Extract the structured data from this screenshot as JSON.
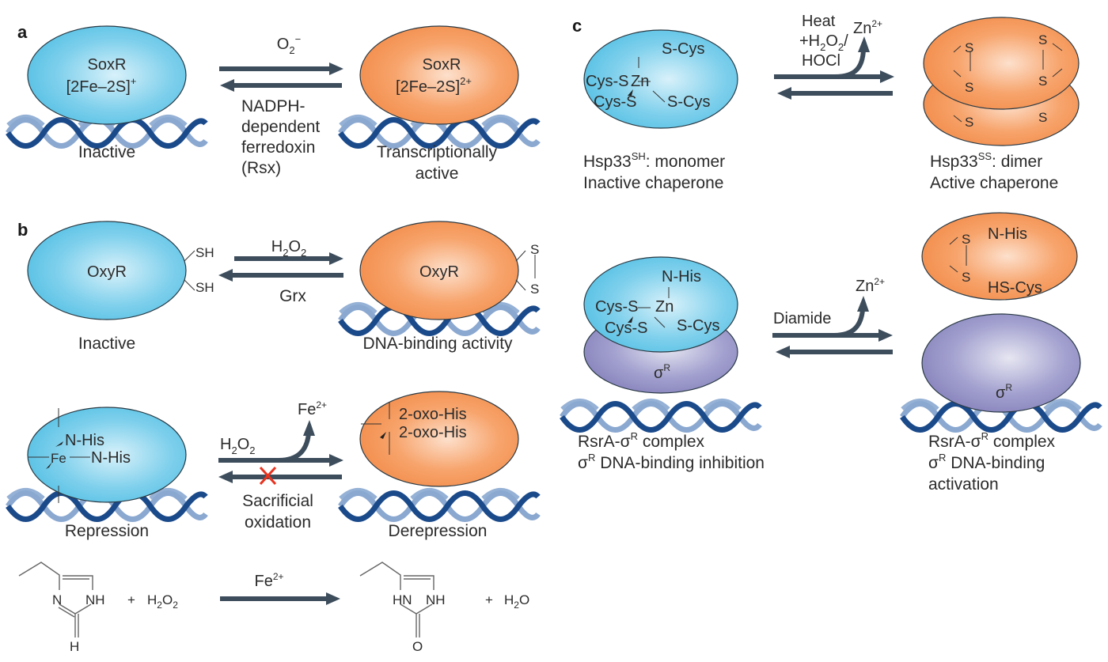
{
  "colors": {
    "inactive_protein": "#5cc4e6",
    "active_protein": "#f39150",
    "sigma_protein": "#8a86c0",
    "arrow": "#3d4d5c",
    "dna_dark": "#1b4a8a",
    "dna_light": "#8aa8d0",
    "block_mark": "#e8321e"
  },
  "panels": {
    "a": {
      "label": "a",
      "left": {
        "line1": "SoxR",
        "line2": "[2Fe–2S]",
        "charge": "+",
        "caption": "Inactive"
      },
      "right": {
        "line1": "SoxR",
        "line2": "[2Fe–2S]",
        "charge": "2+",
        "caption1": "Transcriptionally",
        "caption2": "active"
      },
      "forward": {
        "species": "O",
        "sub": "2",
        "sup": "−"
      },
      "reverse": {
        "line1": "NADPH-",
        "line2": "dependent",
        "line3": "ferredoxin",
        "line4": "(Rsx)"
      }
    },
    "b": {
      "label": "b",
      "oxyr": {
        "left": {
          "name": "OxyR",
          "sh1": "SH",
          "sh2": "SH",
          "caption": "Inactive"
        },
        "right": {
          "name": "OxyR",
          "s1": "S",
          "s2": "S",
          "caption": "DNA-binding activity"
        },
        "forward": {
          "h": "H",
          "sub1": "2",
          "o": "O",
          "sub2": "2"
        },
        "reverse": "Grx"
      },
      "perr": {
        "left": {
          "fe": "Fe",
          "his1": "N-His",
          "his2": "N-His",
          "caption": "Repression"
        },
        "right": {
          "oxo1": "2-oxo-His",
          "oxo2": "2-oxo-His",
          "caption": "Derepression"
        },
        "forward": {
          "h": "H",
          "sub1": "2",
          "o": "O",
          "sub2": "2"
        },
        "released": {
          "ion": "Fe",
          "charge": "2+"
        },
        "reverse": {
          "line1": "Sacrificial",
          "line2": "oxidation",
          "blocked": true
        }
      },
      "reaction": {
        "reactant": {
          "n": "N",
          "nh": "NH",
          "h": "H"
        },
        "plus1": "+",
        "oxidant": {
          "h": "H",
          "sub1": "2",
          "o": "O",
          "sub2": "2"
        },
        "catalyst": {
          "ion": "Fe",
          "charge": "2+"
        },
        "product": {
          "hn": "HN",
          "nh": "NH",
          "o": "O"
        },
        "plus2": "+",
        "water": {
          "h": "H",
          "sub": "2",
          "o": "O"
        }
      }
    },
    "c": {
      "label": "c",
      "hsp33": {
        "left": {
          "scys_top": "S-Cys",
          "cyss_left": "Cys-S",
          "zn": "Zn",
          "cyss_bottom": "Cys-S",
          "scys_right": "S-Cys",
          "caption_name": "Hsp33",
          "caption_sup": "SH",
          "caption_rest": ": monomer",
          "caption2": "Inactive chaperone"
        },
        "right": {
          "s": "S",
          "caption_name": "Hsp33",
          "caption_sup": "SS",
          "caption_rest": ": dimer",
          "caption2": "Active chaperone"
        },
        "forward": {
          "line1": "Heat",
          "line2_pre": "+H",
          "sub1": "2",
          "o": "O",
          "sub2": "2",
          "slash": "/",
          "line3": "HOCl"
        },
        "released": {
          "ion": "Zn",
          "charge": "2+"
        }
      },
      "rsra": {
        "left": {
          "nhis": "N-His",
          "cyss_left": "Cys-S",
          "zn": "Zn",
          "cyss_bottom": "Cys-S",
          "scys_right": "S-Cys",
          "sigma": "σ",
          "sigma_sup": "R",
          "caption1_pre": "RsrA-σ",
          "caption1_sup": "R",
          "caption1_post": " complex",
          "caption2_pre": "σ",
          "caption2_sup": "R",
          "caption2_post": " DNA-binding inhibition"
        },
        "right": {
          "s": "S",
          "nhis": "N-His",
          "hscys": "HS-Cys",
          "sigma": "σ",
          "sigma_sup": "R",
          "caption1_pre": "RsrA-σ",
          "caption1_sup": "R",
          "caption1_post": " complex",
          "caption2_pre": "σ",
          "caption2_sup": "R",
          "caption2_post": " DNA-binding",
          "caption3": "activation"
        },
        "forward": "Diamide",
        "released": {
          "ion": "Zn",
          "charge": "2+"
        }
      }
    }
  }
}
